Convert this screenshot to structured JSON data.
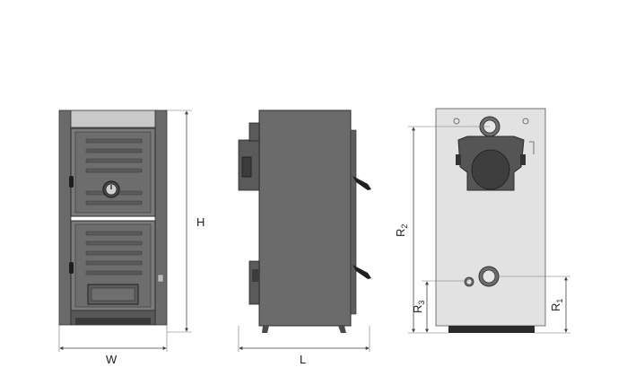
{
  "diagram": {
    "dimensions": {
      "width": "W",
      "height": "H",
      "length": "L",
      "r2_letter": "R",
      "r2_sub": "2",
      "r3_letter": "R",
      "r3_sub": "3",
      "r1_letter": "R",
      "r1_sub": "1"
    }
  }
}
